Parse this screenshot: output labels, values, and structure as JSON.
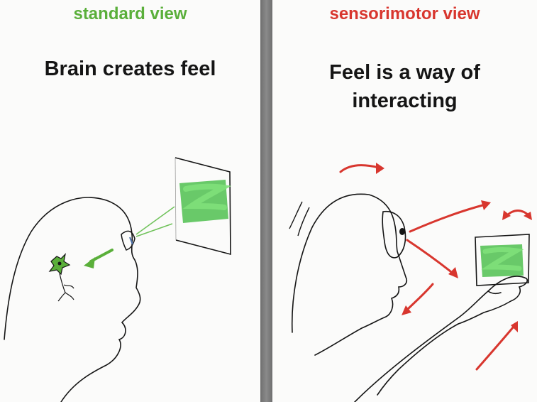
{
  "panels": {
    "left": {
      "label": "standard view",
      "headline": "Brain creates feel"
    },
    "right": {
      "label": "sensorimotor view",
      "headline": "Feel is a way of\ninteracting"
    }
  },
  "colors": {
    "standard": "#5aaf3a",
    "sensorimotor": "#d8362e",
    "ink": "#151515",
    "swatch": "#4fbf4f"
  },
  "icons": [
    "head-icon",
    "neuron-icon",
    "eye-icon",
    "screen-icon",
    "arrow-icon",
    "hand-icon",
    "glasses-icon"
  ]
}
